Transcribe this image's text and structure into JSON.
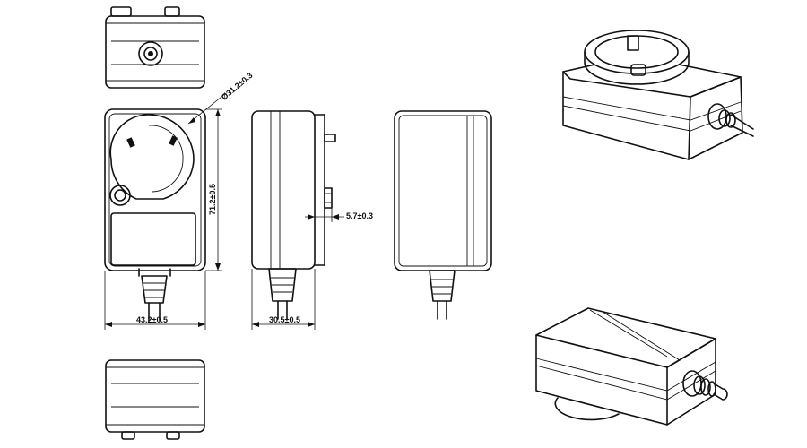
{
  "dimensions": {
    "socket_diameter": "Ø31.2±0.3",
    "height": "71.2±0.5",
    "width": "43.2±0.5",
    "depth": "30.5±0.5",
    "pin_offset": "5.7±0.3"
  }
}
